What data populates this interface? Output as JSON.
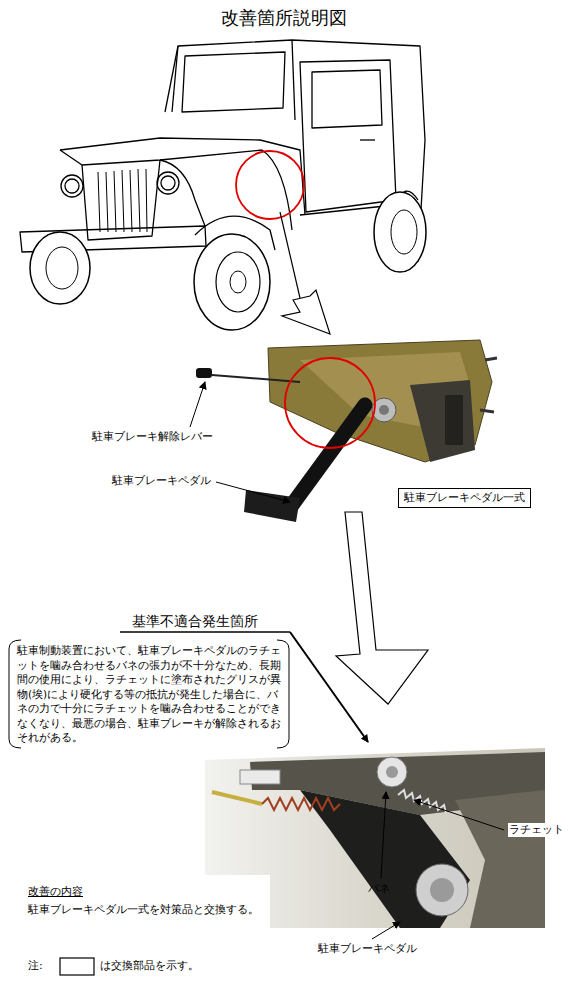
{
  "diagram": {
    "title": "改善箇所説明図",
    "nodes": [
      {
        "text": [
          "駐車ブレーキペダル一式"
        ]
      },
      {
        "text": [
          "基準不適合発生箇所",
          "駐車制動装置において、駐車ブレーキペダルのラチェットを噛み合わせるバネの張力が不十分なため、長期間の使用により、ラチェットに塗布されたグリスが異物(埃)により硬化する等の抵抗が発生した場合に、バネの力で十分にラチェットを噛み合わせることができなくなり、最悪の場合、駐車ブレーキが解除されるおそれがある。"
        ]
      }
    ],
    "labels": [
      "駐車ブレーキ解除レバー",
      "駐車ブレーキペダル",
      "ラチェット",
      "バネ",
      "改善の内容",
      "駐車ブレーキペダル一式を対策品と交換する。",
      "駐車ブレーキペダル",
      "注:",
      "は交換部品を示す。"
    ]
  }
}
